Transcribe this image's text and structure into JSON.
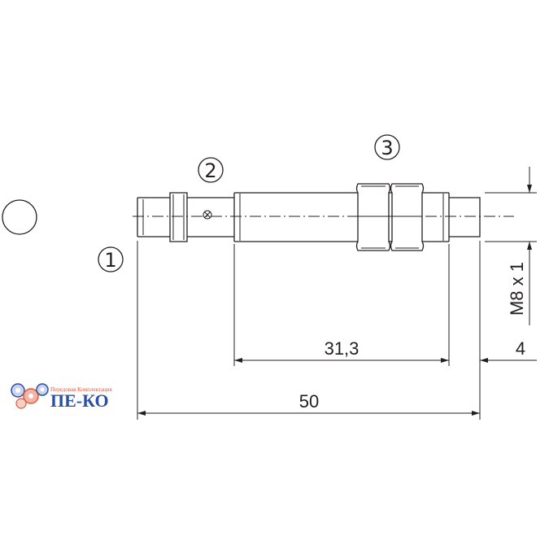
{
  "callouts": [
    "1",
    "2",
    "3"
  ],
  "dimensions": {
    "overall_length": "50",
    "thread_length": "31,3",
    "end_length": "4",
    "thread_spec": "M8 x 1"
  },
  "logo": {
    "name": "ПЕ-КО",
    "tagline": "Передовая Комплектация"
  },
  "colors": {
    "line": "#231f20",
    "logo_blue": "#2b4fa3",
    "logo_red": "#e05a3a"
  }
}
